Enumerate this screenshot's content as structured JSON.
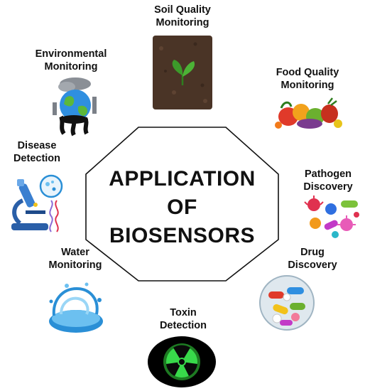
{
  "center": {
    "line1": "APPLICATION",
    "line2": "OF",
    "line3": "BIOSENSORS"
  },
  "applications": [
    {
      "label": "Soil Quality\nMonitoring",
      "icon": "soil-sprout-icon"
    },
    {
      "label": "Food Quality\nMonitoring",
      "icon": "vegetables-icon"
    },
    {
      "label": "Pathogen\nDiscovery",
      "icon": "microbes-icon"
    },
    {
      "label": "Drug\nDiscovery",
      "icon": "pills-icon"
    },
    {
      "label": "Toxin\nDetection",
      "icon": "radiation-icon"
    },
    {
      "label": "Water\nMonitoring",
      "icon": "water-splash-icon"
    },
    {
      "label": "Disease\nDetection",
      "icon": "microscope-icon"
    },
    {
      "label": "Environmental\nMonitoring",
      "icon": "polluted-earth-icon"
    }
  ],
  "colors": {
    "soil": "#4a3426",
    "leaf": "#3c9a2a",
    "water": "#2a8fd6",
    "toxin_glow": "#38d94a",
    "earth_blue": "#2f8fe0"
  }
}
